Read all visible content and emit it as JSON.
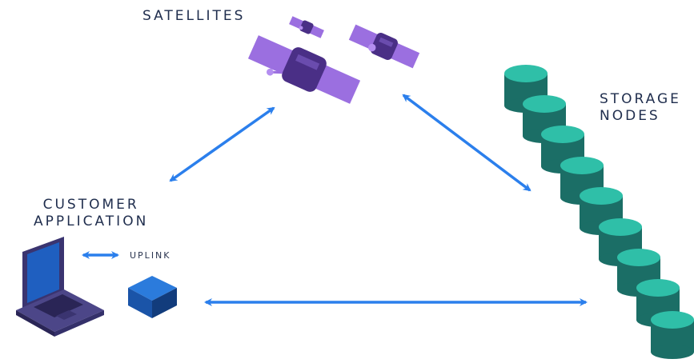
{
  "labels": {
    "satellites": "SATELLITES",
    "storage_line1": "STORAGE",
    "storage_line2": "NODES",
    "customer_line1": "CUSTOMER",
    "customer_line2": "APPLICATION",
    "uplink": "UPLINK"
  },
  "colors": {
    "satellite_body": "#4a2f86",
    "satellite_panel": "#9b6fe0",
    "storage_top": "#2fbfa8",
    "storage_side": "#1b6e66",
    "laptop_body": "#3a3470",
    "laptop_screen": "#1f5fc0",
    "uplink_top": "#2b7bdc",
    "uplink_side": "#123c7c",
    "arrow": "#2b7fec",
    "label": "#1f2d4d"
  },
  "icons": [
    "satellite-icon",
    "database-icon",
    "laptop-icon",
    "uplink-device-icon",
    "double-arrow-icon"
  ]
}
